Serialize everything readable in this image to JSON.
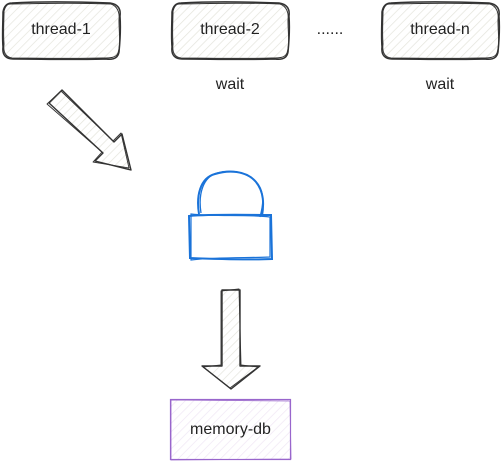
{
  "diagram": {
    "threads": [
      {
        "label": "thread-1"
      },
      {
        "label": "thread-2"
      },
      {
        "label": "thread-n"
      }
    ],
    "ellipsis": "......",
    "wait_labels": [
      "wait",
      "wait"
    ],
    "database": {
      "label": "memory-db"
    },
    "icons": [
      "arrow-down-right-icon",
      "lock-icon",
      "arrow-down-icon"
    ],
    "colors": {
      "stroke": "#333333",
      "fill": "#f7f7f3",
      "lock": "#1a73d9",
      "db_border": "#9966cc",
      "db_fill": "#fbf8fd"
    }
  }
}
